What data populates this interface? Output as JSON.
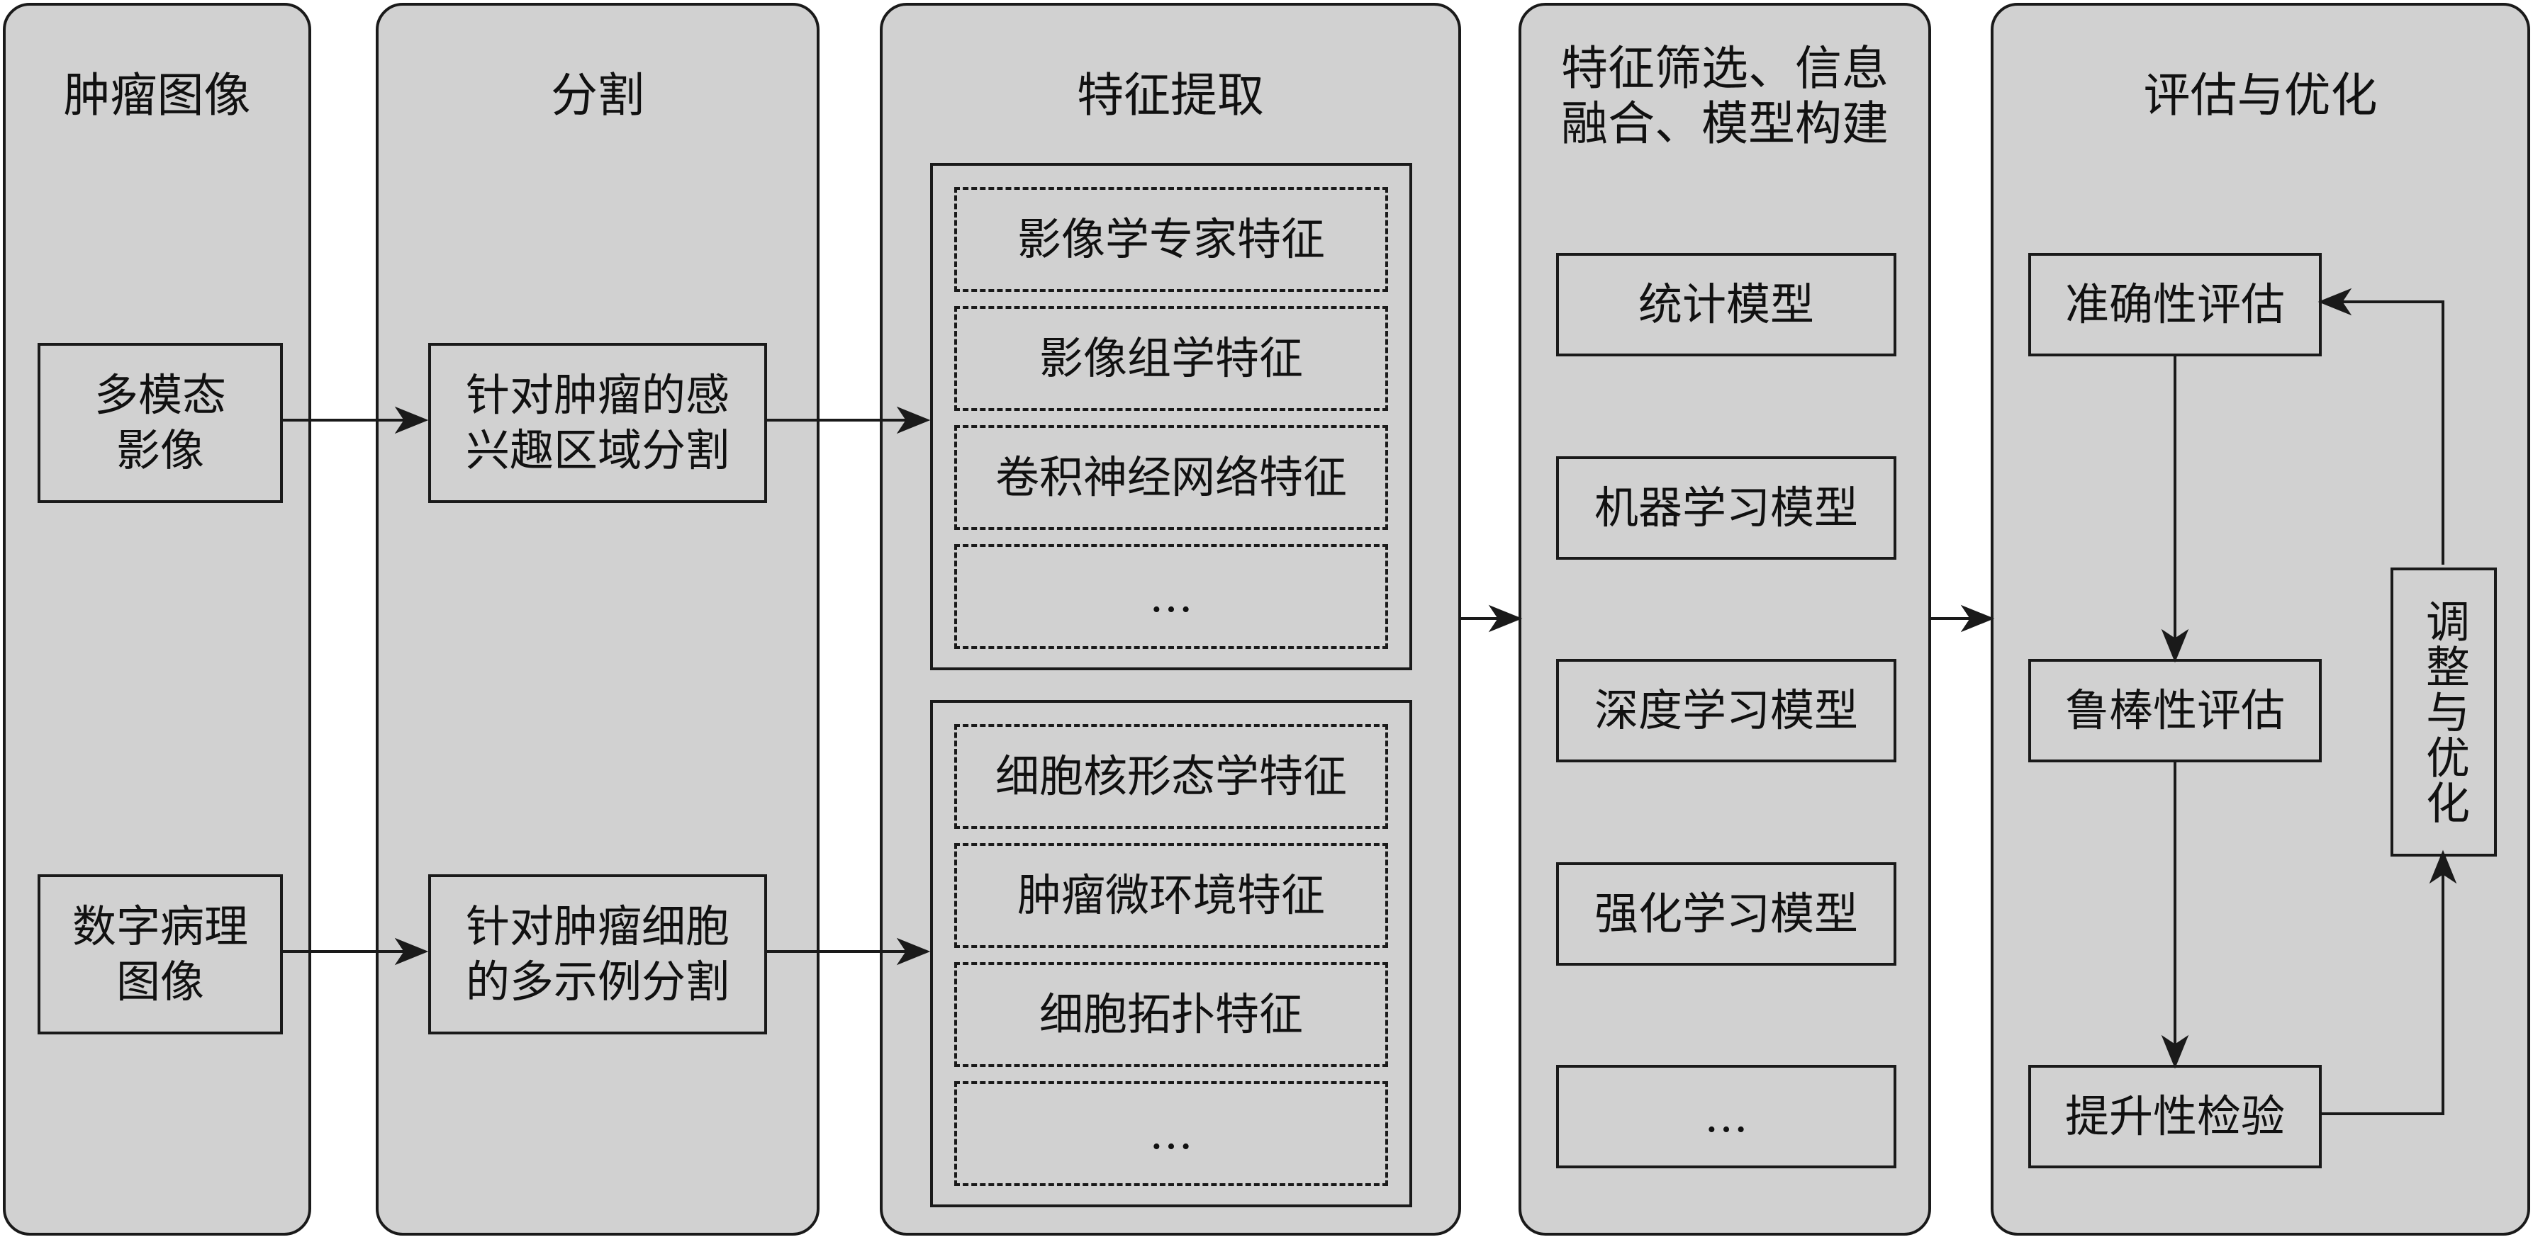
{
  "columns": {
    "image": {
      "title": "肿瘤图像",
      "boxes": [
        "多模态影像",
        "数字病理图像"
      ]
    },
    "segmentation": {
      "title": "分割",
      "boxes": [
        "针对肿瘤的感兴趣区域分割",
        "针对肿瘤细胞的多示例分割"
      ]
    },
    "features": {
      "title": "特征提取",
      "group1": [
        "影像学专家特征",
        "影像组学特征",
        "卷积神经网络特征",
        "…"
      ],
      "group2": [
        "细胞核形态学特征",
        "肿瘤微环境特征",
        "细胞拓扑特征",
        "…"
      ]
    },
    "models": {
      "title_line1": "特征筛选、信息",
      "title_line2": "融合、模型构建",
      "boxes": [
        "统计模型",
        "机器学习模型",
        "深度学习模型",
        "强化学习模型",
        "…"
      ]
    },
    "evaluation": {
      "title": "评估与优化",
      "boxes": [
        "准确性评估",
        "鲁棒性评估",
        "提升性检验"
      ],
      "loop_label": "调整与优化"
    }
  }
}
